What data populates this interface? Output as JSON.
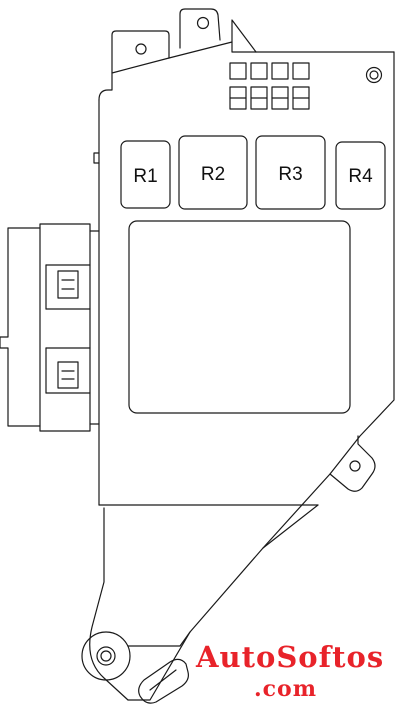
{
  "diagram": {
    "relays": [
      {
        "label": "R1"
      },
      {
        "label": "R2"
      },
      {
        "label": "R3"
      },
      {
        "label": "R4"
      }
    ],
    "line_color": "#1a1a1a",
    "background_color": "#ffffff"
  },
  "watermark": {
    "line1": "AutoSoftos",
    "line2": ".com",
    "color": "#e8232a"
  }
}
